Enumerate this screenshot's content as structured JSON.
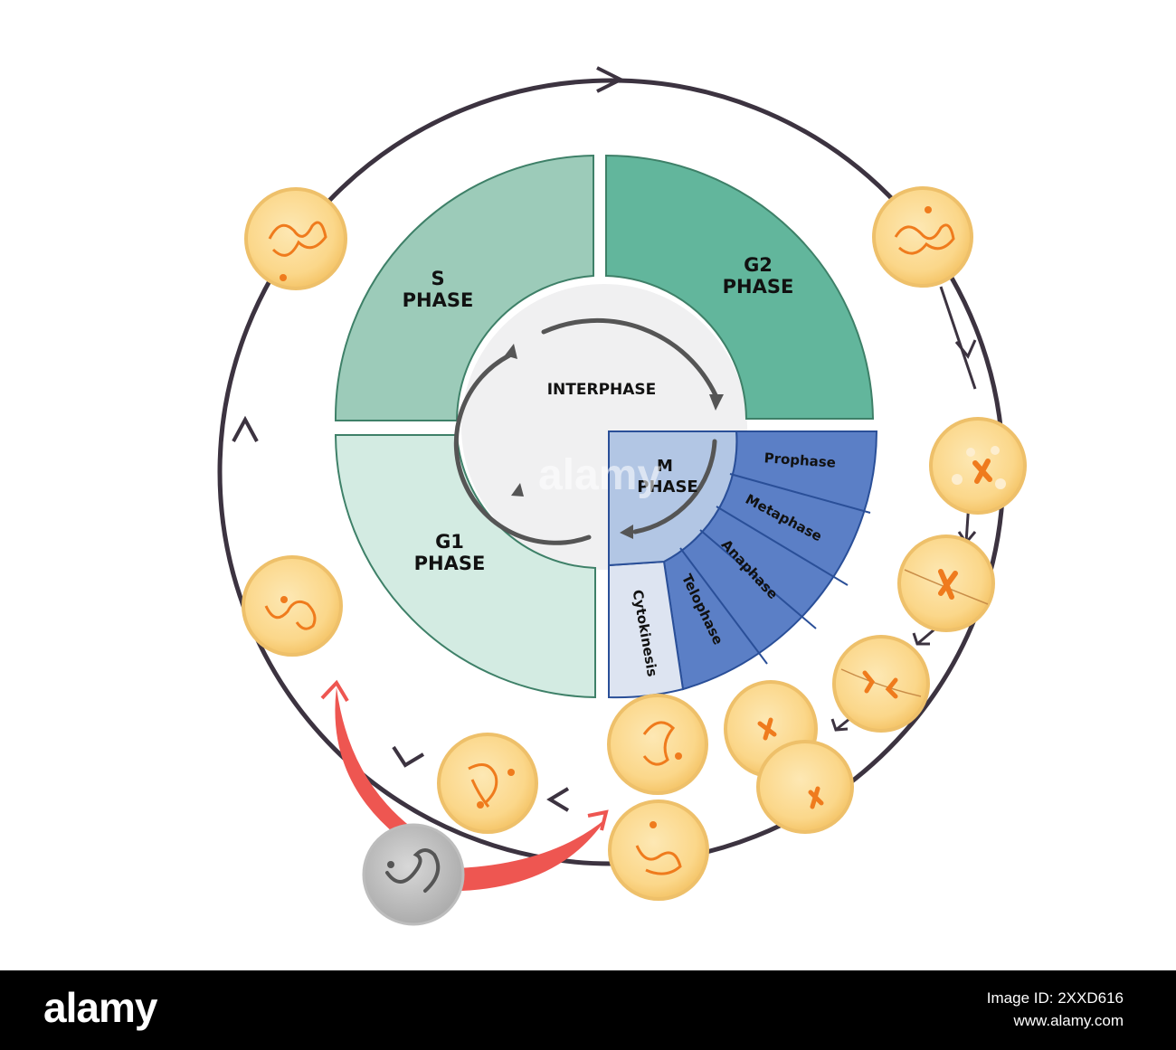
{
  "diagram": {
    "center_label": "INTERPHASE",
    "phases": {
      "s": [
        "S",
        "PHASE"
      ],
      "g2": [
        "G2",
        "PHASE"
      ],
      "g1": [
        "G1",
        "PHASE"
      ],
      "m": [
        "M",
        "PHASE"
      ]
    },
    "m_subphases": [
      "Prophase",
      "Metaphase",
      "Anaphase",
      "Telophase"
    ],
    "cytokinesis": "Cytokinesis",
    "colors": {
      "s_phase": "#9ccbb9",
      "g2_phase": "#62b69c",
      "g1_phase": "#d3ebe2",
      "m_phase_inner": "#b2c6e4",
      "m_subphases": "#5b7fc6",
      "cytokinesis": "#dde4f1",
      "cycle_line": "#3c3340",
      "cell_fill": "#fbd78a",
      "chromosome": "#ef7b1d",
      "g0_cell": "#c4c4c4",
      "g0_arrow": "#ee5651"
    }
  },
  "footer": {
    "logo": "alamy",
    "image_id": "Image ID: 2XXD616",
    "site": "www.alamy.com"
  }
}
